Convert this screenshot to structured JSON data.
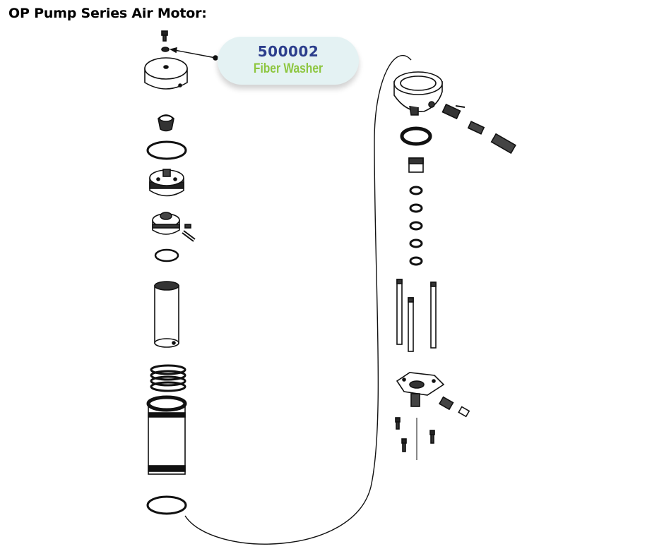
{
  "title": "OP Pump Series Air Motor:",
  "callout": {
    "part_number": "500002",
    "part_name": "Fiber Washer",
    "number_color": "#2c3e8c",
    "name_color": "#8dc63f"
  }
}
